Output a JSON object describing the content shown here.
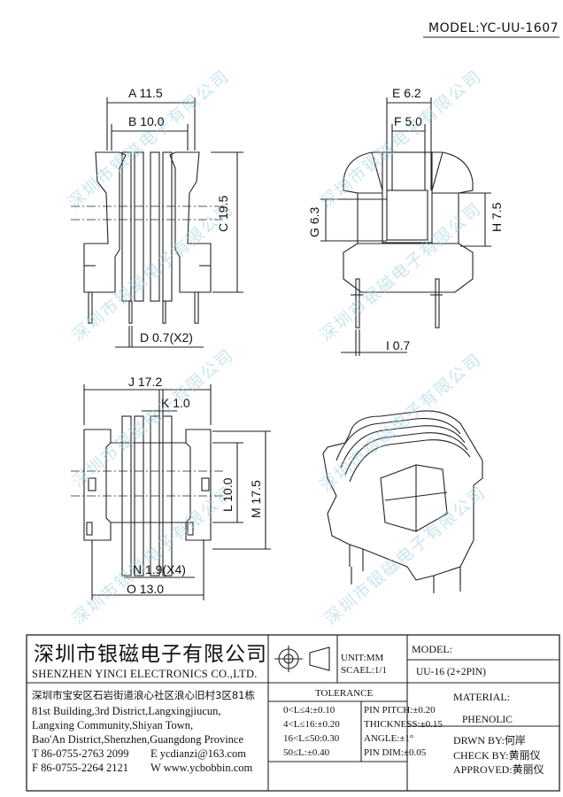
{
  "header": {
    "model": "MODEL:YC-UU-1607"
  },
  "dims": {
    "a": "A 11.5",
    "b": "B 10.0",
    "c": "C 19.5",
    "d": "D 0.7(X2)",
    "e": "E 6.2",
    "f": "F 5.0",
    "g": "G 6.3",
    "h": "H 7.5",
    "i": "I 0.7",
    "j": "J 17.2",
    "k": "K 1.0",
    "l": "L 10.0",
    "m": "M 17.5",
    "n": "N 1.9(X4)",
    "o": "O 13.0"
  },
  "watermark": "深圳市银磁电子有限公司",
  "title_block": {
    "company_cn": "深圳市银磁电子有限公司",
    "company_en": "SHENZHEN YINCI ELECTRONICS CO.,LTD.",
    "address_cn": "深圳市宝安区石岩街道浪心社区浪心旧村3区81栋",
    "address_en_1": "81st Building,3rd District,Langxingjiucun,",
    "address_en_2": "Langxing Community,Shiyan Town,",
    "address_en_3": "Bao'An District,Shenzhen,Guangdong Province",
    "tel": "T 86-0755-2763 2099",
    "email": "E ycdianzi@163.com",
    "fax": "F 86-0755-2264 2121",
    "web": "W www.ycbobbin.com",
    "unit": "UNIT:MM",
    "scale": "SCAEL:1/1",
    "model_label": "MODEL:",
    "model_value": "UU-16 (2+2PIN)",
    "tolerance_title": "TOLERANCE",
    "tol_left": [
      "0<L≤4:±0.10",
      "4<L≤16:±0.20",
      "16<L≤50:0.30",
      "50≤L:±0.40"
    ],
    "tol_right": [
      "PIN PITCH:±0.20",
      "THICKNESS:±0.15",
      "ANGLE:±1°",
      "PIN DIM:±0.05"
    ],
    "material_label": "MATERIAL:",
    "material_value": "PHENOLIC",
    "drawn": "DRWN BY:何岸",
    "check": "CHECK BY:黄丽仪",
    "approved": "APPROVED:黄丽仪"
  }
}
